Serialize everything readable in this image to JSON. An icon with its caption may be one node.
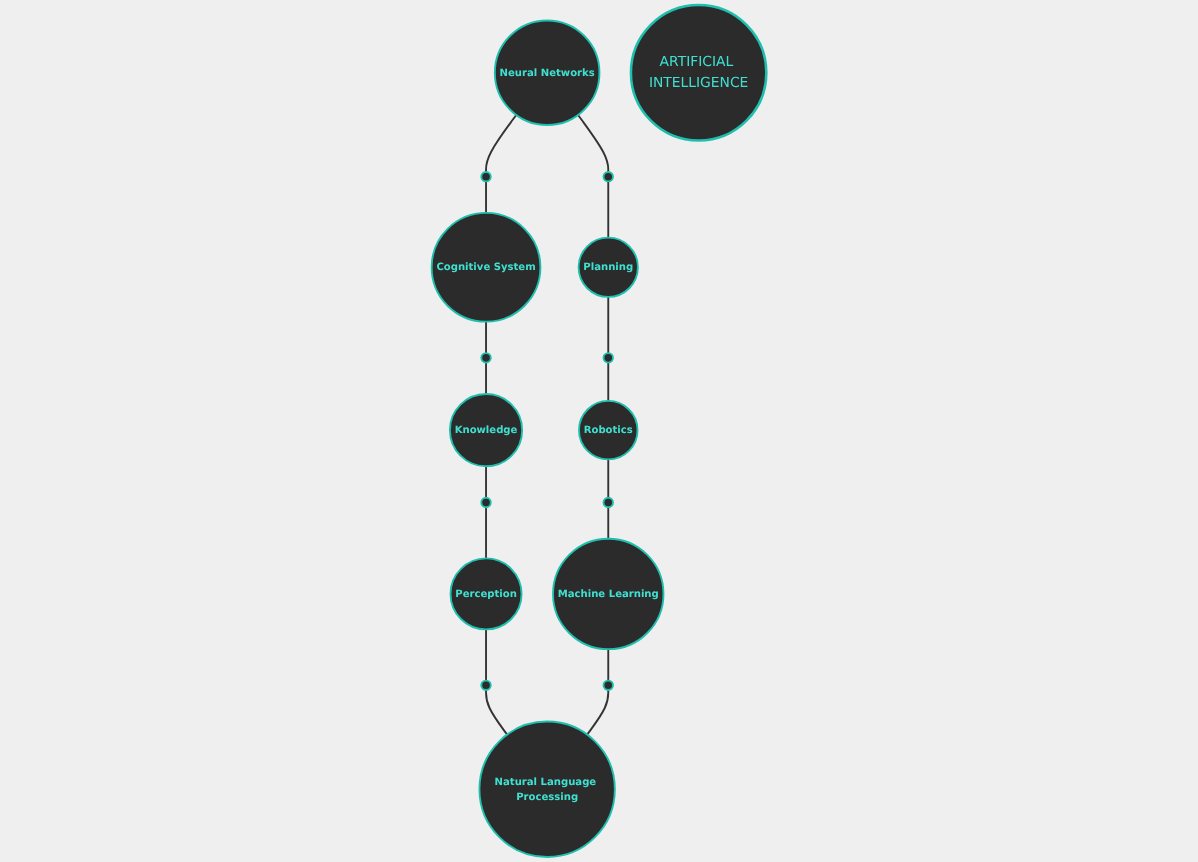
{
  "diagram": {
    "nodes": [
      {
        "text": [
          "Neural Networks"
        ]
      },
      {
        "text": [
          "Cognitive System"
        ]
      },
      {
        "text": [
          "Planning"
        ]
      },
      {
        "text": [
          "Knowledge"
        ]
      },
      {
        "text": [
          "ARTIFICIAL INTELLIGENCE"
        ]
      },
      {
        "text": [
          "Robotics"
        ]
      },
      {
        "text": [
          "Perception"
        ]
      },
      {
        "text": [
          "Machine Learning"
        ]
      },
      {
        "text": [
          "Natural Language Processing"
        ]
      },
      {
        "text": [],
        "shape": "circle"
      },
      {
        "text": [],
        "shape": "circle"
      },
      {
        "text": [],
        "shape": "circle"
      },
      {
        "text": [],
        "shape": "circle"
      },
      {
        "text": [],
        "shape": "circle"
      },
      {
        "text": [],
        "shape": "circle"
      },
      {
        "text": [],
        "shape": "circle"
      },
      {
        "text": [],
        "shape": "circle"
      }
    ],
    "edges": [
      {
        "from": 0,
        "to": 9,
        "arrow": "none"
      },
      {
        "from": 9,
        "to": 1,
        "arrow": "none"
      },
      {
        "from": 0,
        "to": 10,
        "arrow": "none"
      },
      {
        "from": 10,
        "to": 2,
        "arrow": "none"
      },
      {
        "from": 1,
        "to": 11,
        "arrow": "none"
      },
      {
        "from": 11,
        "to": 3,
        "arrow": "none"
      },
      {
        "from": 2,
        "to": 12,
        "arrow": "none"
      },
      {
        "from": 12,
        "to": 5,
        "arrow": "none"
      },
      {
        "from": 3,
        "to": 13,
        "arrow": "none"
      },
      {
        "from": 13,
        "to": 6,
        "arrow": "none"
      },
      {
        "from": 5,
        "to": 14,
        "arrow": "none"
      },
      {
        "from": 14,
        "to": 7,
        "arrow": "none"
      },
      {
        "from": 6,
        "to": 15,
        "arrow": "none"
      },
      {
        "from": 15,
        "to": 8,
        "arrow": "none"
      },
      {
        "from": 7,
        "to": 16,
        "arrow": "none"
      },
      {
        "from": 16,
        "to": 8,
        "arrow": "none"
      }
    ]
  }
}
